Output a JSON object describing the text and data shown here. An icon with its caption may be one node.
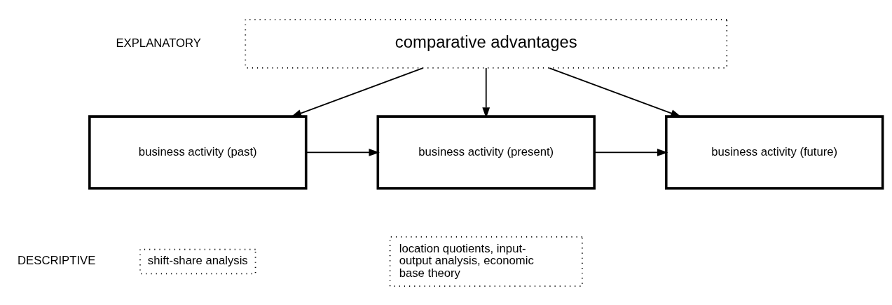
{
  "diagram": {
    "nodes": [
      {
        "text": [
          "comparative advantages"
        ]
      },
      {
        "text": [
          "business activity (past)"
        ]
      },
      {
        "text": [
          "business activity (present)"
        ]
      },
      {
        "text": [
          "business activity (future)"
        ]
      },
      {
        "text": [
          "shift-share analysis"
        ]
      },
      {
        "text": [
          "location quotients, input-output analysis, economic base theory"
        ]
      }
    ],
    "edges": [
      {
        "from": 0,
        "to": 1,
        "arrow": "to"
      },
      {
        "from": 0,
        "to": 2,
        "arrow": "to"
      },
      {
        "from": 0,
        "to": 3,
        "arrow": "to"
      },
      {
        "from": 1,
        "to": 2,
        "arrow": "to"
      },
      {
        "from": 2,
        "to": 3,
        "arrow": "to"
      }
    ],
    "labels": [
      "EXPLANATORY",
      "DESCRIPTIVE"
    ]
  }
}
